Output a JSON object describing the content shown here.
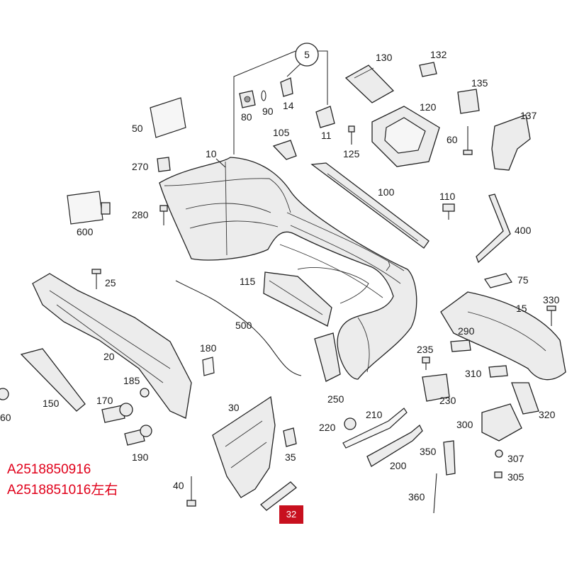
{
  "diagram": {
    "callouts": {
      "c5": "5",
      "c10": "10",
      "c11": "11",
      "c14": "14",
      "c15": "15",
      "c20": "20",
      "c25": "25",
      "c30": "30",
      "c35": "35",
      "c40": "40",
      "c50": "50",
      "c60a": "60",
      "c60b": "60",
      "c75": "75",
      "c80": "80",
      "c90": "90",
      "c100": "100",
      "c105": "105",
      "c110": "110",
      "c115": "115",
      "c120": "120",
      "c125": "125",
      "c130": "130",
      "c132": "132",
      "c135": "135",
      "c137": "137",
      "c150": "150",
      "c170": "170",
      "c180": "180",
      "c185": "185",
      "c190": "190",
      "c200": "200",
      "c210": "210",
      "c220": "220",
      "c230": "230",
      "c235": "235",
      "c250": "250",
      "c270": "270",
      "c280": "280",
      "c290": "290",
      "c300": "300",
      "c305": "305",
      "c307": "307",
      "c310": "310",
      "c320": "320",
      "c330": "330",
      "c350": "350",
      "c360": "360",
      "c400": "400",
      "c500": "500",
      "c600": "600"
    }
  },
  "part_numbers": [
    "A2518850916",
    "A2518851016左右"
  ],
  "page_badge": "32",
  "colors": {
    "part_number_text": "#e0001a",
    "badge_bg": "#c8101e",
    "line_art": "#222222"
  }
}
